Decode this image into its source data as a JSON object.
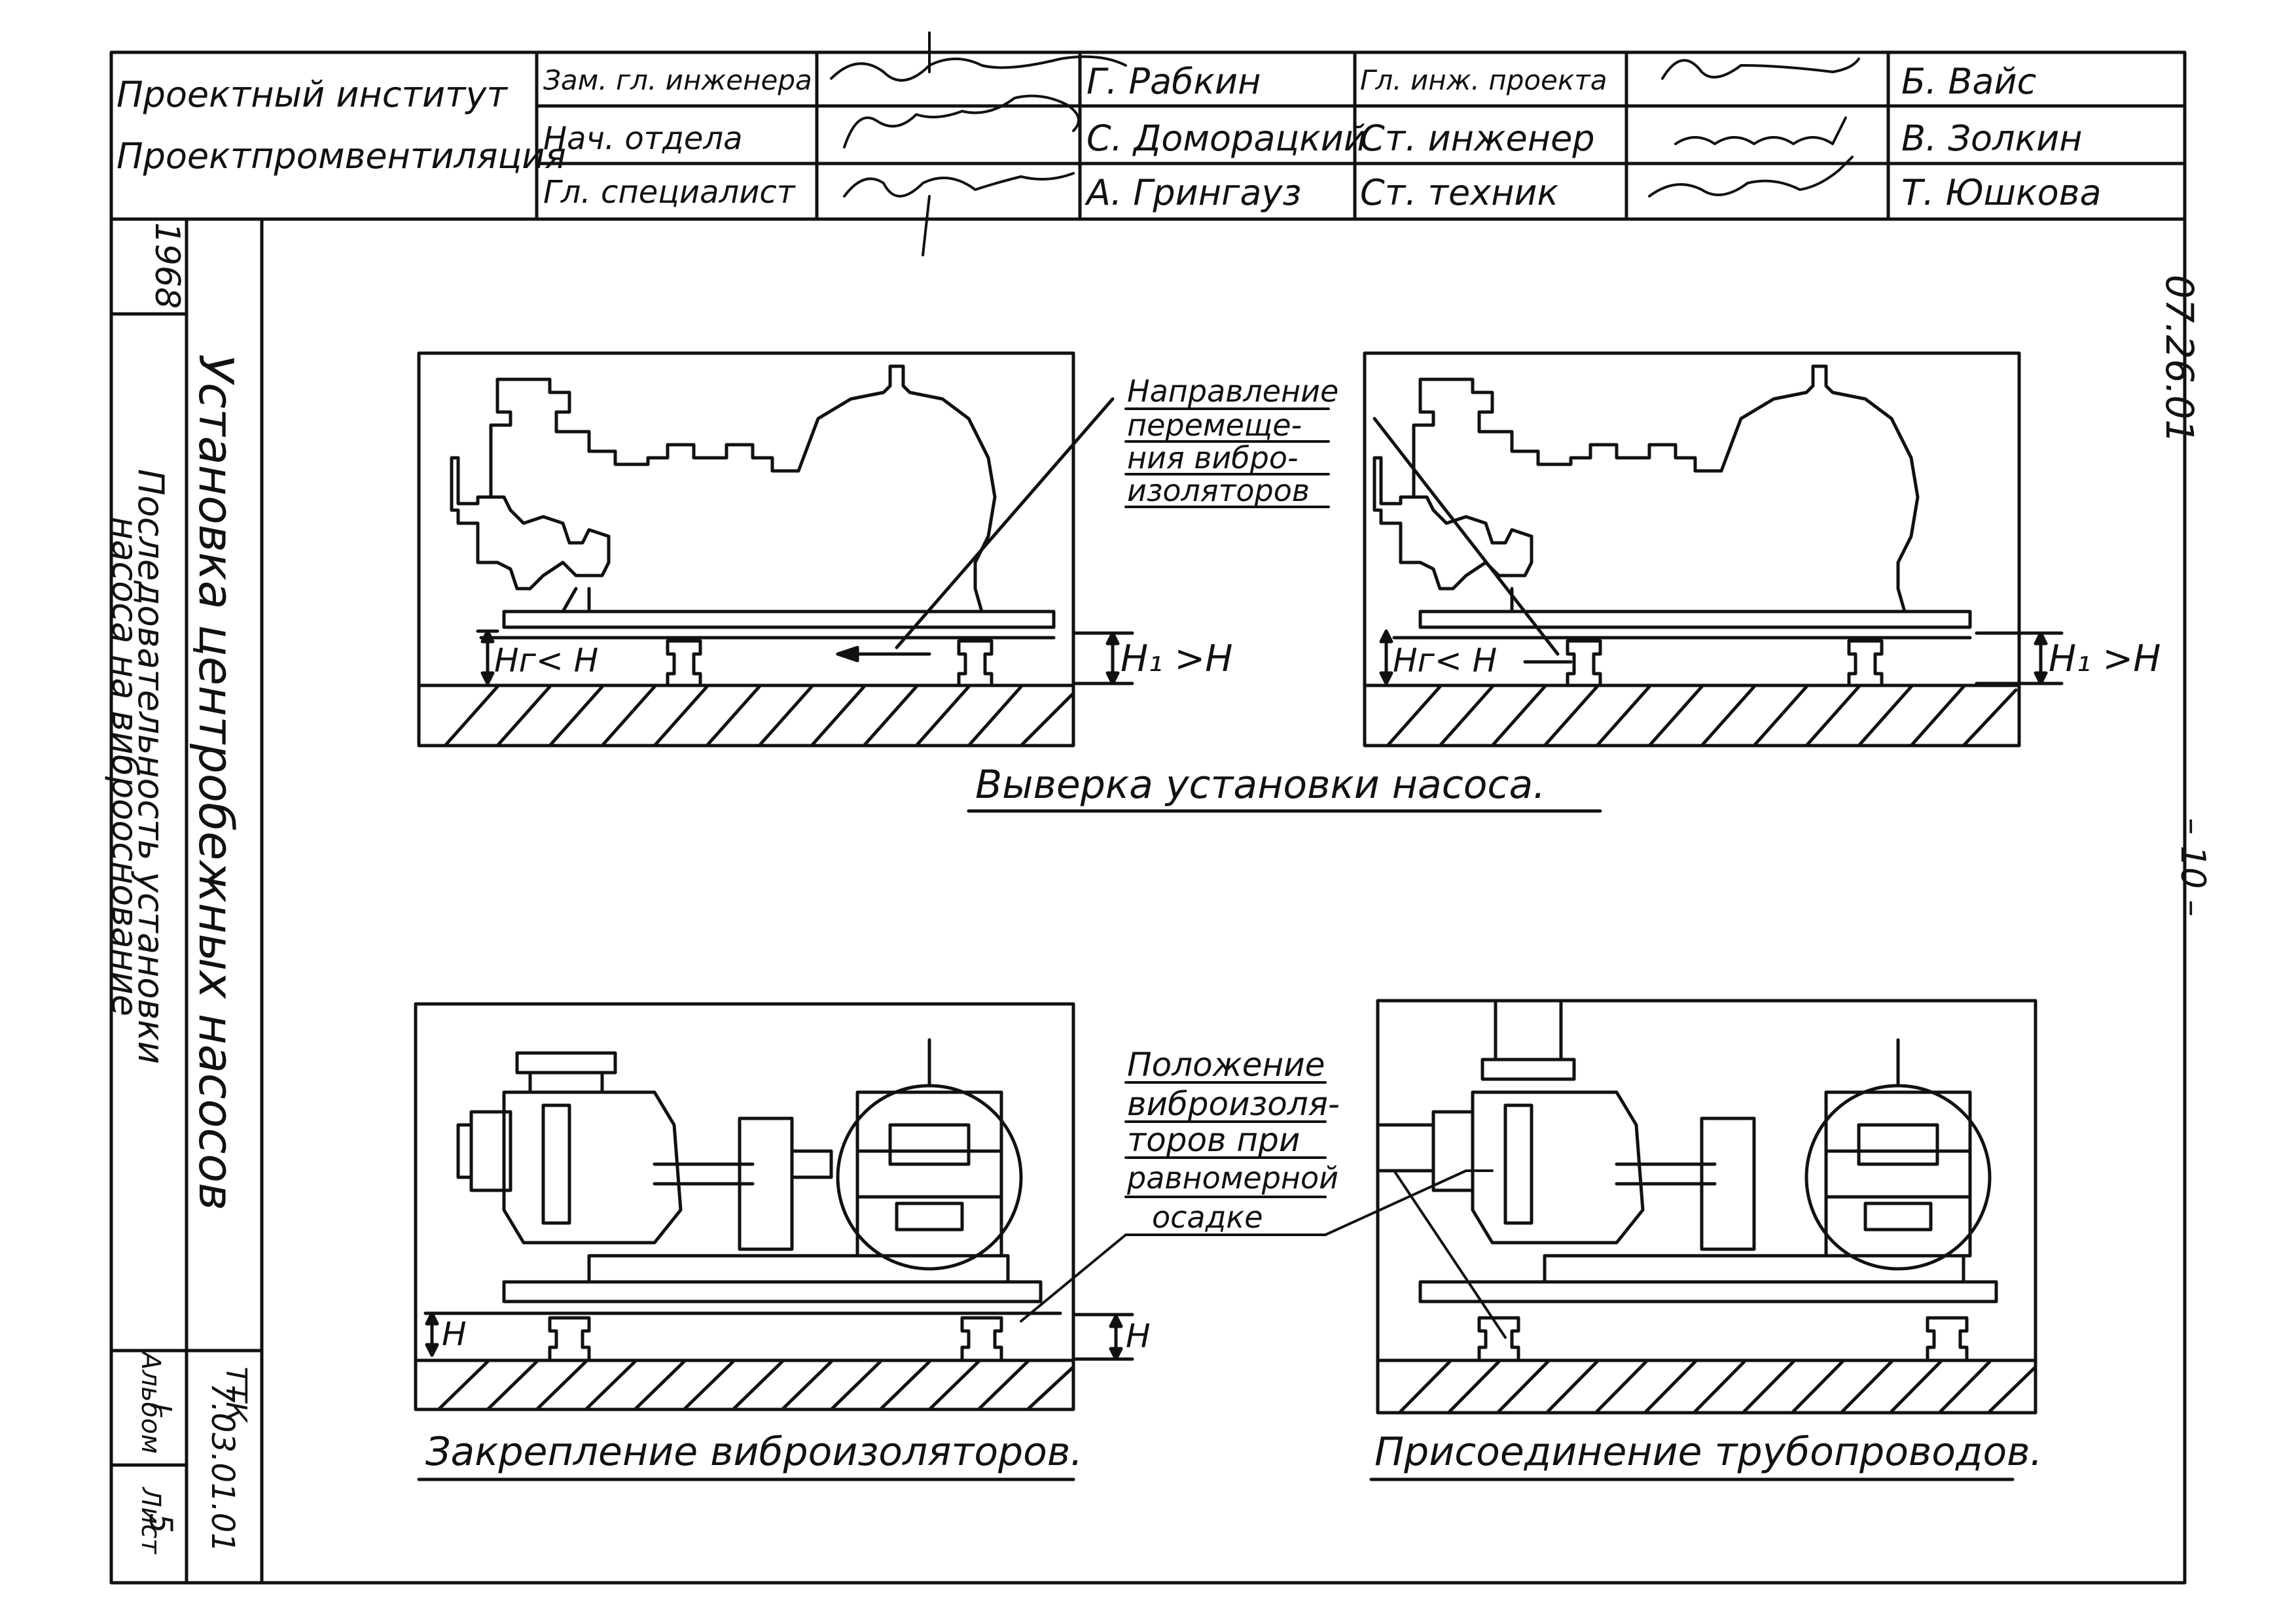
{
  "title_block": {
    "organization": [
      "Проектный институт",
      "Проектпромвентиляция"
    ],
    "left_roles": [
      "Зам. гл. инженера",
      "Нач. отдела",
      "Гл. специалист"
    ],
    "left_names": [
      "Г. Рабкин",
      "С. Доморацкий",
      "А. Грингауз"
    ],
    "right_roles": [
      "Гл. инж. проекта",
      "Ст. инженер",
      "Ст. техник"
    ],
    "right_names": [
      "Б. Вайс",
      "В. Золкин",
      "Т. Юшкова"
    ]
  },
  "side_panel": {
    "year": "1968",
    "title": "Установка центробежных насосов",
    "subtitle_line1": "Последовательность установки",
    "subtitle_line2": "насоса на виброоснование",
    "code_label": "ТТК",
    "code": "7.03.01.01",
    "album_label": "Альбом",
    "album_value": "I",
    "sheet_label": "Лист",
    "sheet_value": "5"
  },
  "drawing_code": "07.26.01",
  "page_number": "– 10 –",
  "labels": {
    "direction_note": [
      "Направление",
      "перемеще-",
      "ния вибро-",
      "изоляторов"
    ],
    "position_note": [
      "Положение",
      "виброизоля-",
      "торов при",
      "равномерной",
      "осадке"
    ],
    "hg_lt_h": "Нг< Н",
    "h1_gt_h": "Н₁ >Н",
    "h": "Н"
  },
  "captions": {
    "alignment": "Выверка установки насоса.",
    "fixing": "Закрепление виброизоляторов.",
    "piping": "Присоединение трубопроводов."
  }
}
